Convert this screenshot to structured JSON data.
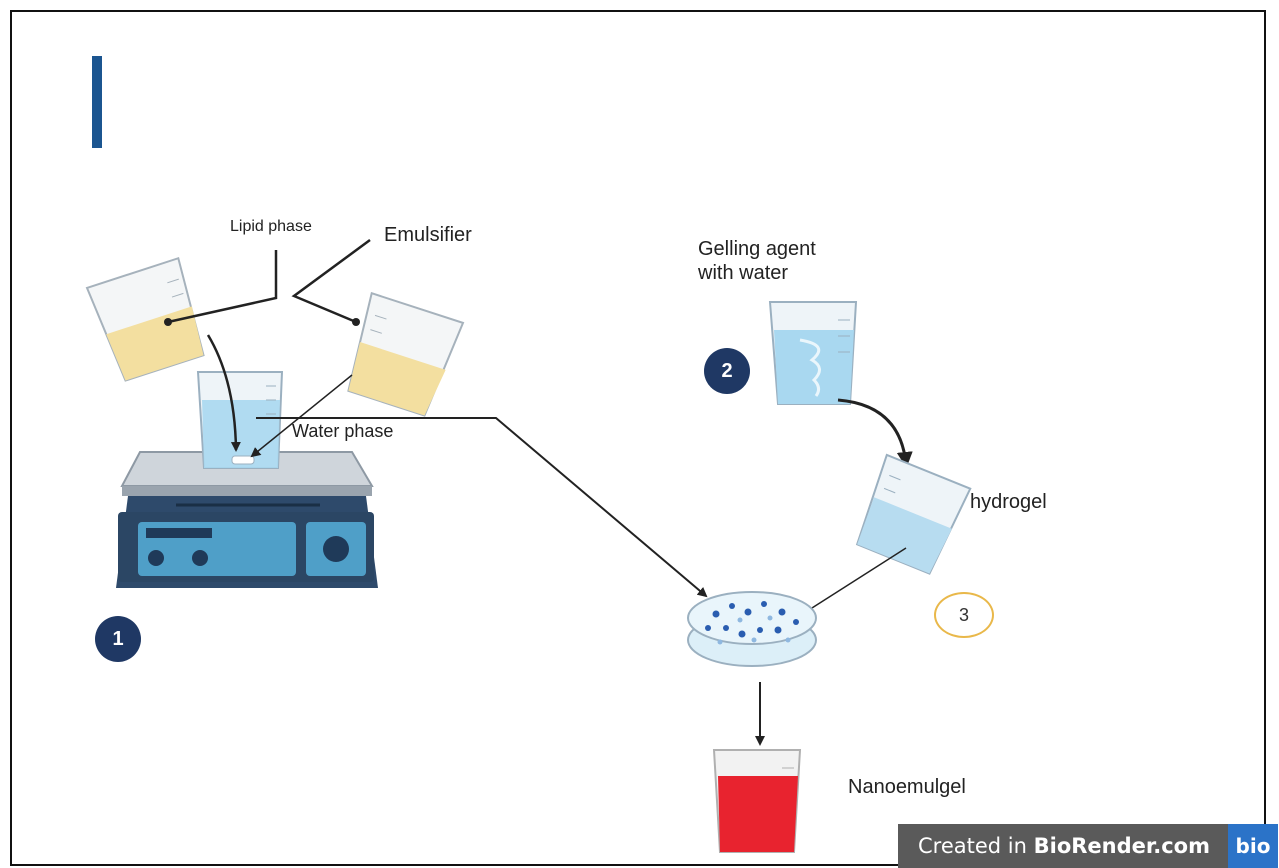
{
  "labels": {
    "lipid_phase": "Lipid phase",
    "emulsifier": "Emulsifier",
    "water_phase": "Water phase",
    "gelling_line1": "Gelling agent",
    "gelling_line2": "with water",
    "hydrogel": "hydrogel",
    "nanoemulgel": "Nanoemulgel"
  },
  "steps": {
    "one": "1",
    "two": "2",
    "three": "3"
  },
  "badge": {
    "prefix": "Created in ",
    "brand": "BioRender.com",
    "logo": "bio"
  },
  "colors": {
    "title_bar": "#1b5590",
    "step_dark": "#1f3864",
    "step_outline": "#e9b84a",
    "lipid": "#f3dfa0",
    "water": "#a9d8f0",
    "nanoemulgel": "#e8232f",
    "hotplate": "#2e4a6b"
  }
}
